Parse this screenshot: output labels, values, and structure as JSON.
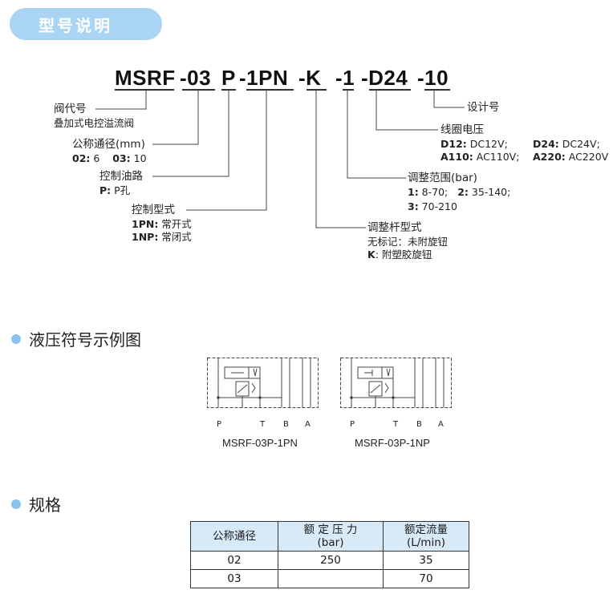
{
  "header": {
    "title": "型号说明"
  },
  "code": {
    "parts": [
      "MSRF",
      "-03",
      "P",
      "-1PN",
      "-K",
      "-1",
      "-D24",
      "-10"
    ]
  },
  "legend": {
    "valve": {
      "label": "阀代号",
      "desc": "叠加式电控溢流阀"
    },
    "size": {
      "label": "公称通径(mm)",
      "v1k": "02:",
      "v1": " 6",
      "v2k": "03:",
      "v2": " 10"
    },
    "oil": {
      "label": "控制油路",
      "k": "P:",
      "v": " P孔"
    },
    "ctrl": {
      "label": "控制型式",
      "k1": "1PN:",
      "v1": " 常开式",
      "k2": "1NP:",
      "v2": " 常闭式"
    },
    "rod": {
      "label": "调整杆型式",
      "v1": "无标记：未附旋钮",
      "k2": "K",
      "v2": ":  附塑胶旋钮"
    },
    "range": {
      "label": "调整范围(bar)",
      "k1": "1:",
      "v1": " 8-70;",
      "k2": "2:",
      "v2": " 35-140;",
      "k3": "3:",
      "v3": " 70-210"
    },
    "coil": {
      "label": "线圈电压",
      "k1": "D12:",
      "v1": " DC12V;",
      "k2": "D24:",
      "v2": " DC24V;",
      "k3": "A110:",
      "v3": " AC110V;",
      "k4": "A220:",
      "v4": " AC220V"
    },
    "design": {
      "label": "设计号"
    }
  },
  "symbols": {
    "title": "液压符号示例图",
    "items": [
      {
        "caption": "MSRF-03P-1PN",
        "ports": [
          "P",
          "T",
          "B",
          "A"
        ]
      },
      {
        "caption": "MSRF-03P-1NP",
        "ports": [
          "P",
          "T",
          "B",
          "A"
        ]
      }
    ]
  },
  "spec": {
    "title": "规格",
    "headers": [
      "公称通径",
      "额 定 压 力\n(bar)",
      "额定流量\n(L/min)"
    ],
    "rows": [
      [
        "02",
        "250",
        "35"
      ],
      [
        "03",
        "",
        "70"
      ]
    ]
  },
  "colors": {
    "accent": "#a9d4f3",
    "dot": "#87c3ee",
    "table_header": "#d8eaf8"
  }
}
